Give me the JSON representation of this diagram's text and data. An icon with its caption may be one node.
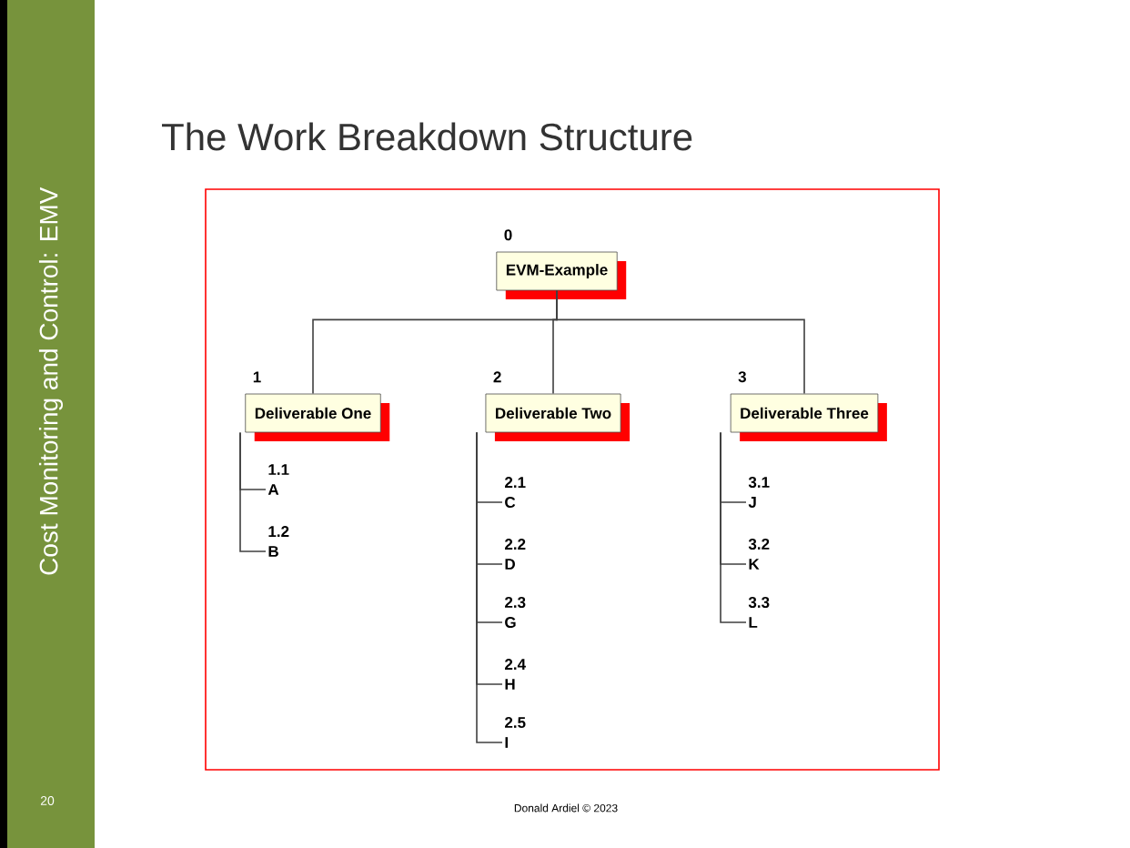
{
  "diagram": {
    "title": "The Work Breakdown Structure",
    "nodes": [
      {
        "text": [
          "EVM-Example"
        ],
        "beside": [
          "0"
        ]
      },
      {
        "text": [
          "Deliverable One"
        ],
        "beside": [
          "1"
        ]
      },
      {
        "text": [
          "A"
        ],
        "beside": [
          "1.1"
        ]
      },
      {
        "text": [
          "B"
        ],
        "beside": [
          "1.2"
        ]
      },
      {
        "text": [
          "Deliverable Two"
        ],
        "beside": [
          "2"
        ]
      },
      {
        "text": [
          "C"
        ],
        "beside": [
          "2.1"
        ]
      },
      {
        "text": [
          "D"
        ],
        "beside": [
          "2.2"
        ]
      },
      {
        "text": [
          "G"
        ],
        "beside": [
          "2.3"
        ]
      },
      {
        "text": [
          "H"
        ],
        "beside": [
          "2.4"
        ]
      },
      {
        "text": [
          "I"
        ],
        "beside": [
          "2.5"
        ]
      },
      {
        "text": [
          "Deliverable Three"
        ],
        "beside": [
          "3"
        ]
      },
      {
        "text": [
          "J"
        ],
        "beside": [
          "3.1"
        ]
      },
      {
        "text": [
          "K"
        ],
        "beside": [
          "3.2"
        ]
      },
      {
        "text": [
          "L"
        ],
        "beside": [
          "3.3"
        ]
      }
    ],
    "edges": [
      {
        "from": 0,
        "to": 1,
        "arrow": "none"
      },
      {
        "from": 0,
        "to": 4,
        "arrow": "none"
      },
      {
        "from": 0,
        "to": 10,
        "arrow": "none"
      },
      {
        "from": 1,
        "to": 2,
        "arrow": "none"
      },
      {
        "from": 1,
        "to": 3,
        "arrow": "none"
      },
      {
        "from": 4,
        "to": 5,
        "arrow": "none"
      },
      {
        "from": 4,
        "to": 6,
        "arrow": "none"
      },
      {
        "from": 4,
        "to": 7,
        "arrow": "none"
      },
      {
        "from": 4,
        "to": 8,
        "arrow": "none"
      },
      {
        "from": 4,
        "to": 9,
        "arrow": "none"
      },
      {
        "from": 10,
        "to": 11,
        "arrow": "none"
      },
      {
        "from": 10,
        "to": 12,
        "arrow": "none"
      },
      {
        "from": 10,
        "to": 13,
        "arrow": "none"
      }
    ],
    "labels": [
      "Cost Monitoring and Control: EMV",
      "20",
      "Donald Ardiel © 2023"
    ]
  }
}
